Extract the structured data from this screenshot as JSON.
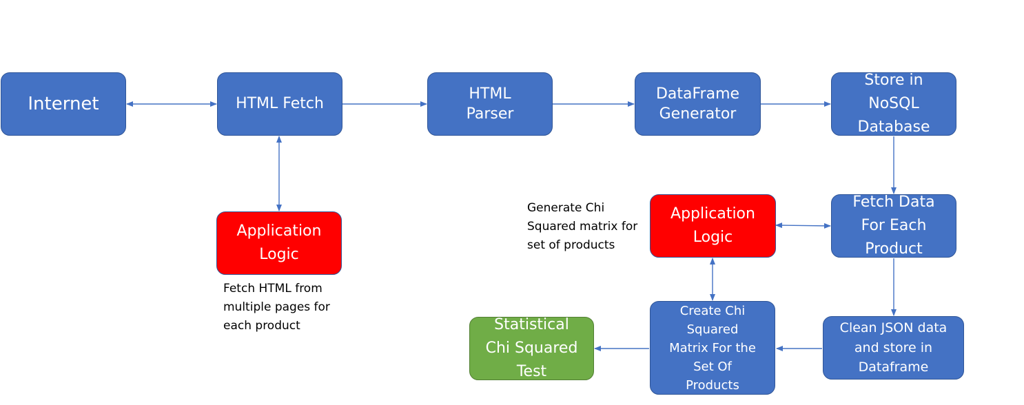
{
  "nodes": {
    "internet": "Internet",
    "html_fetch": "HTML Fetch",
    "html_parser": "HTML\nParser",
    "dataframe_generator": "DataFrame\nGenerator",
    "store_nosql": "Store in\nNoSQL\nDatabase",
    "app_logic_top": "Application\nLogic",
    "fetch_data": "Fetch Data\nFor Each\nProduct",
    "app_logic_right": "Application\nLogic",
    "clean_json": "Clean JSON data\nand store in\nDataframe",
    "create_chi": "Create Chi\nSquared\nMatrix For the\nSet Of\nProducts",
    "statistical_test": "Statistical\nChi Squared\nTest"
  },
  "notes": {
    "fetch_html": "Fetch HTML from\nmultiple pages for\neach product",
    "generate_chi": "Generate Chi\nSquared matrix for\nset of products"
  },
  "colors": {
    "process": "#4472c4",
    "logic": "#ff0000",
    "test": "#70ad47",
    "arrow": "#4472c4"
  }
}
